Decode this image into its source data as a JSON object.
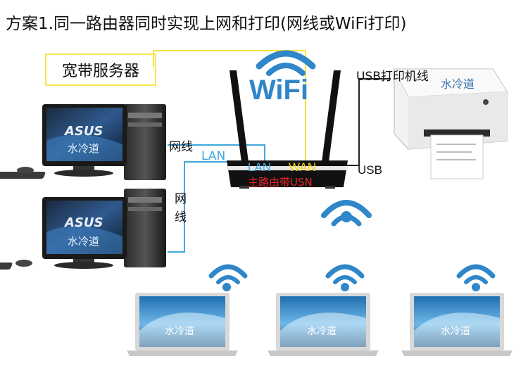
{
  "title": "方案1.同一路由器同时实现上网和打印(网线或WiFi打印)",
  "isp_label": "宽带服务器",
  "router": {
    "wifi_text": "WiFi",
    "lan_port": "LAN",
    "wan_port": "WAN",
    "brand_text": "主路由带USN"
  },
  "cable_labels": {
    "ethernet_1": "网线",
    "lan": "LAN",
    "ethernet_2_top": "网",
    "ethernet_2_bottom": "线",
    "usb_cable": "USB打印机线",
    "usb_port": "USB"
  },
  "desktop_brand": "ASUS",
  "watermark": "水冷道",
  "colors": {
    "wifi_blue": "#2f86c8",
    "lan_cable": "#3ea8dc",
    "wan_cable": "#f3e43c",
    "port_red": "#e8262a",
    "port_yellow": "#f5d40c"
  }
}
